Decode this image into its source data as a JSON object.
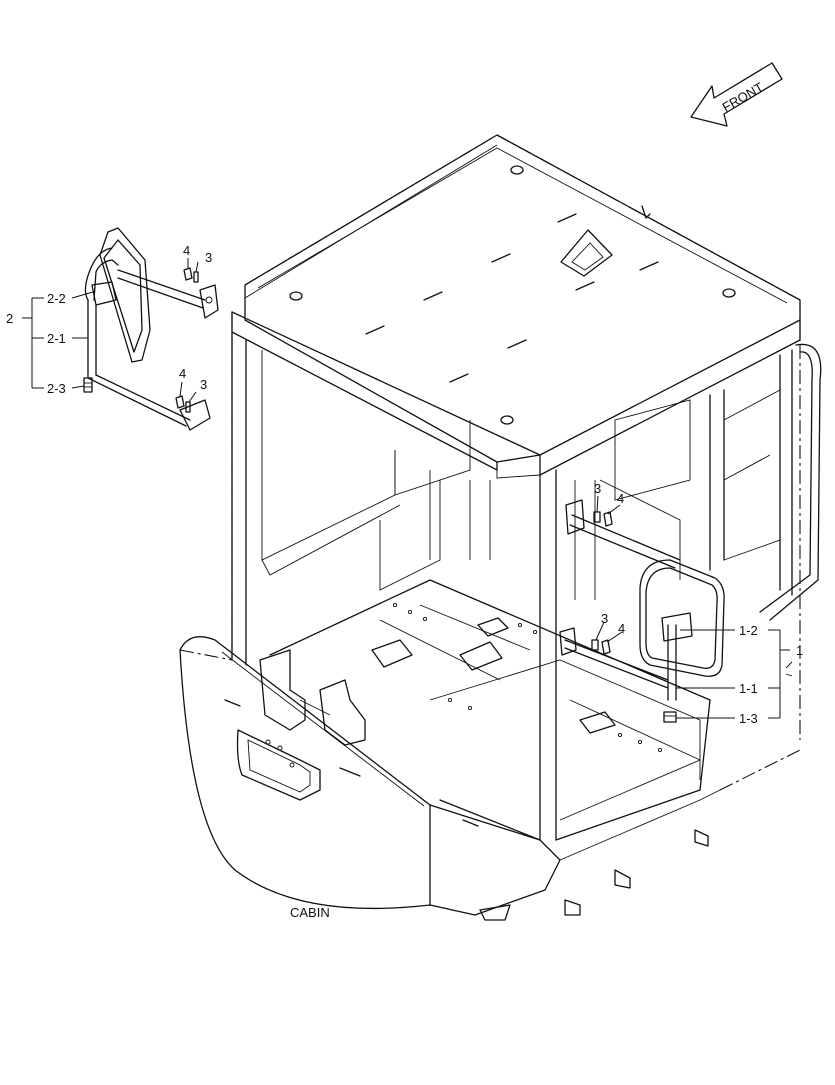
{
  "title": "CABIN",
  "front_label": "FRONT",
  "callouts": {
    "group_left": "2",
    "left_items": [
      "2-2",
      "2-1",
      "2-3"
    ],
    "group_right": "1",
    "right_items": [
      "1-2",
      "1-1",
      "1-3"
    ],
    "left_upper_bolt": "4",
    "left_upper_washer": "3",
    "left_lower_bolt": "4",
    "left_lower_washer": "3",
    "right_upper_washer": "3",
    "right_upper_bolt": "4",
    "right_lower_washer": "3",
    "right_lower_bolt": "4"
  }
}
